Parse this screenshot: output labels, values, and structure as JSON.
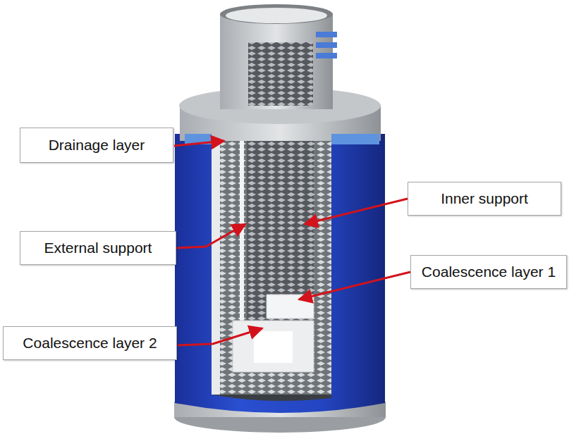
{
  "diagram": {
    "nodes": [
      {
        "text": [
          "Drainage layer"
        ]
      },
      {
        "text": [
          "Inner support"
        ]
      },
      {
        "text": [
          "External support"
        ]
      },
      {
        "text": [
          "Coalescence layer 1"
        ]
      },
      {
        "text": [
          "Coalescence layer 2"
        ]
      }
    ]
  }
}
